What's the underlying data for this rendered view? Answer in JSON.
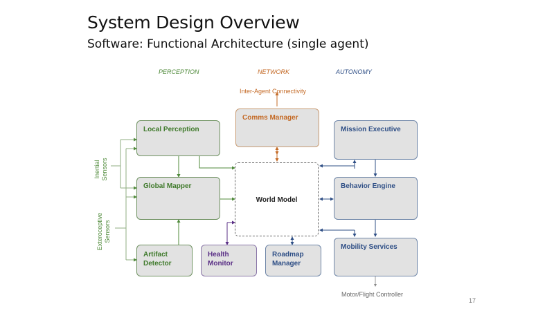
{
  "slide": {
    "title": "System Design Overview",
    "subtitle": "Software: Functional Architecture (single agent)",
    "page_number": "17"
  },
  "columns": {
    "perception": "PERCEPTION",
    "network": "NETWORK",
    "autonomy": "AUTONOMY"
  },
  "external": {
    "inter_agent": "Inter-Agent Connectivity",
    "motor_controller": "Motor/Flight Controller",
    "inertial_sensors_line1": "Inertial",
    "inertial_sensors_line2": "Sensors",
    "exteroceptive_sensors_line1": "Exteroceptive",
    "exteroceptive_sensors_line2": "Sensors"
  },
  "modules": {
    "local_perception": "Local Perception",
    "global_mapper": "Global Mapper",
    "artifact_detector_line1": "Artifact",
    "artifact_detector_line2": "Detector",
    "health_monitor_line1": "Health",
    "health_monitor_line2": "Monitor",
    "roadmap_manager_line1": "Roadmap",
    "roadmap_manager_line2": "Manager",
    "comms_manager": "Comms Manager",
    "world_model": "World Model",
    "mission_executive": "Mission Executive",
    "behavior_engine": "Behavior Engine",
    "mobility_services": "Mobility Services"
  },
  "colors": {
    "perception": "#3f7a2b",
    "network": "#c46a26",
    "autonomy": "#2f4f86",
    "health": "#5a2f86"
  }
}
